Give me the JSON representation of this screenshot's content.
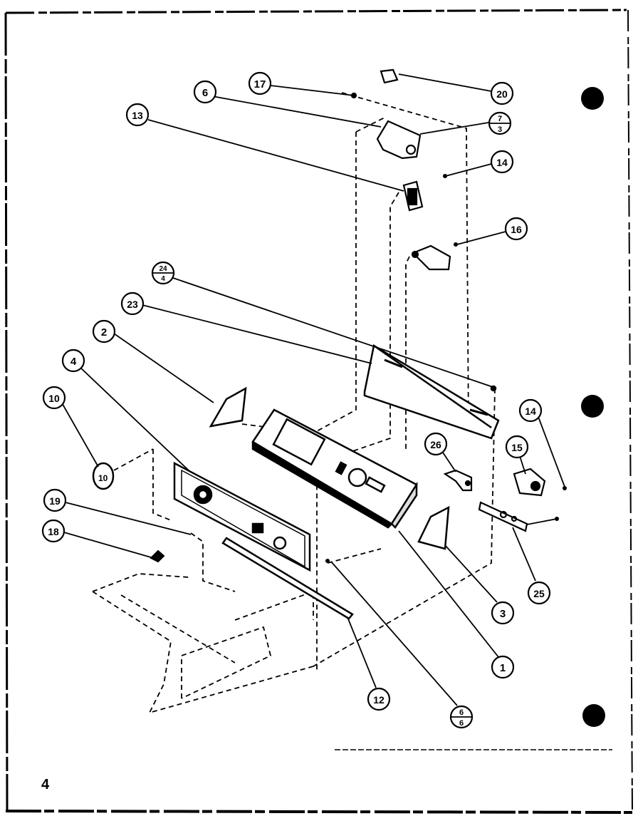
{
  "page_number": "4",
  "callouts": [
    {
      "id": "c17",
      "label": "17"
    },
    {
      "id": "c6",
      "label": "6"
    },
    {
      "id": "c13",
      "label": "13"
    },
    {
      "id": "c20",
      "label": "20"
    },
    {
      "id": "c7-3",
      "top": "7",
      "bottom": "3"
    },
    {
      "id": "c14a",
      "label": "14"
    },
    {
      "id": "c16",
      "label": "16"
    },
    {
      "id": "c24-4",
      "top": "24",
      "bottom": "4"
    },
    {
      "id": "c23",
      "label": "23"
    },
    {
      "id": "c2",
      "label": "2"
    },
    {
      "id": "c4",
      "label": "4"
    },
    {
      "id": "c10",
      "label": "10"
    },
    {
      "id": "c19",
      "label": "19"
    },
    {
      "id": "c18",
      "label": "18"
    },
    {
      "id": "c14b",
      "label": "14"
    },
    {
      "id": "c15",
      "label": "15"
    },
    {
      "id": "c26",
      "label": "26"
    },
    {
      "id": "c25",
      "label": "25"
    },
    {
      "id": "c3",
      "label": "3"
    },
    {
      "id": "c1",
      "label": "1"
    },
    {
      "id": "c12",
      "label": "12"
    },
    {
      "id": "c6-6",
      "top": "6",
      "bottom": "6"
    }
  ]
}
